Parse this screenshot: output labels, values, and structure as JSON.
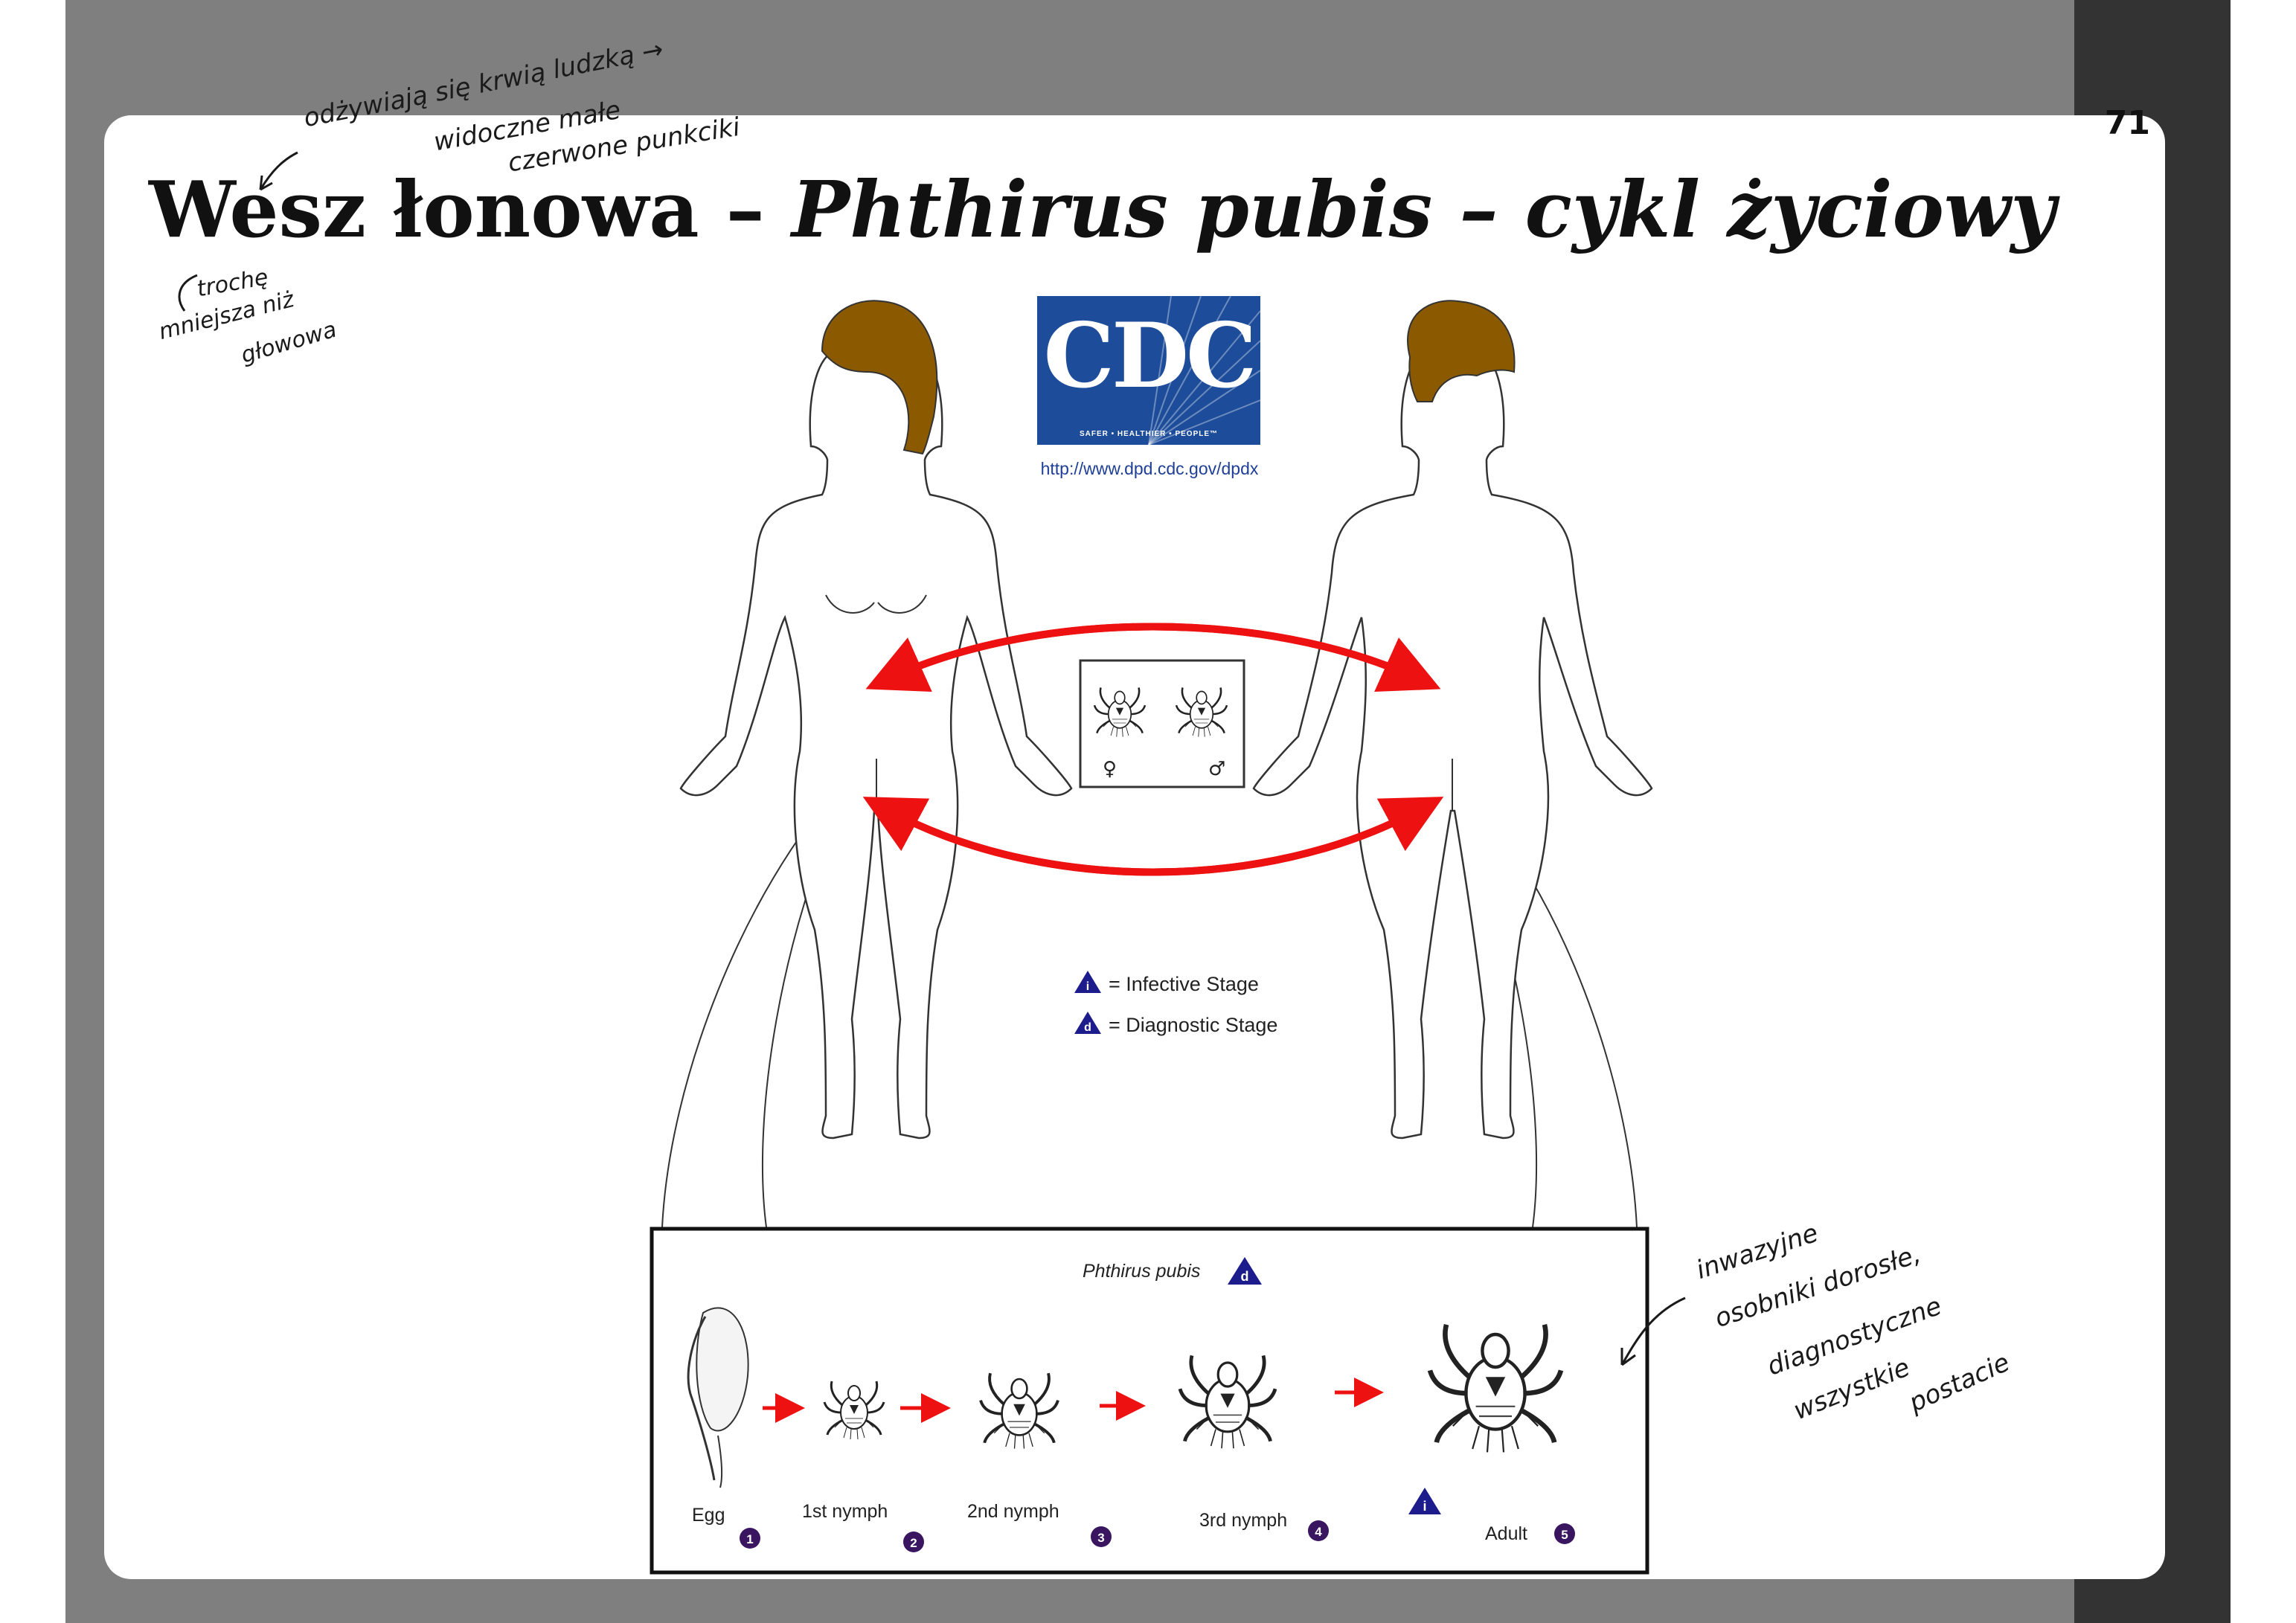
{
  "slide": {
    "number": "71",
    "title_part1": "Wesz łonowa – ",
    "title_part2": "Phthirus pubis – cykl życiowy",
    "colors": {
      "background": "#7f7f7f",
      "side_bar": "#333333",
      "slide": "#ffffff",
      "arrow": "#ee1111",
      "hair": "#8b5a00",
      "cdc_blue": "#1d4d9a",
      "stage_badge": "#1c1c8c",
      "number_badge": "#3a1560"
    }
  },
  "handwriting": {
    "line1": "odżywiają się krwią ludzką →",
    "line2": "widoczne małe",
    "line3": "czerwone punkciki",
    "note_left_1": "trochę",
    "note_left_2": "mniejsza niż",
    "note_left_3": "głowowa",
    "note_right_1": "inwazyjne",
    "note_right_2": "osobniki dorosłe,",
    "note_right_3": "diagnostyczne",
    "note_right_4": "wszystkie",
    "note_right_5": "postacie"
  },
  "cdc": {
    "logo_text": "CDC",
    "tagline": "SAFER • HEALTHIER • PEOPLE™",
    "url": "http://www.dpd.cdc.gov/dpdx"
  },
  "diagram": {
    "female_symbol": "♀",
    "male_symbol": "♂",
    "legend": [
      {
        "badge": "i",
        "text": "= Infective Stage"
      },
      {
        "badge": "d",
        "text": "= Diagnostic Stage"
      }
    ],
    "box_title": "Phthirus pubis",
    "box_title_badge": "d",
    "stages": [
      {
        "label": "Egg",
        "number": "1"
      },
      {
        "label": "1st nymph",
        "number": "2"
      },
      {
        "label": "2nd nymph",
        "number": "3"
      },
      {
        "label": "3rd nymph",
        "number": "4"
      },
      {
        "label": "Adult",
        "number": "5"
      }
    ],
    "adult_badge": "i"
  }
}
